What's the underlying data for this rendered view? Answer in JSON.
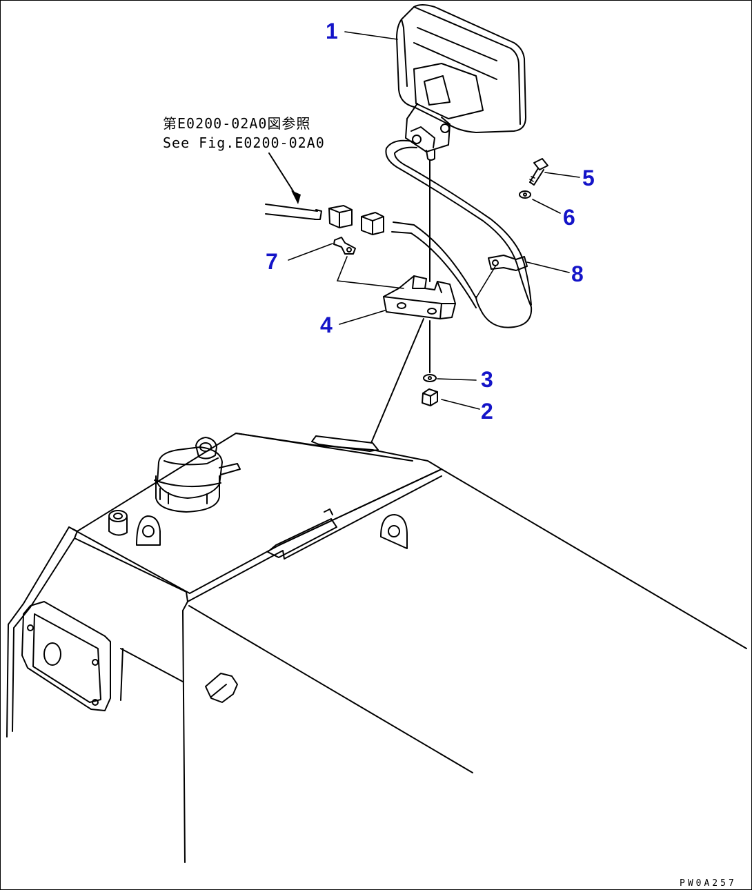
{
  "reference_note": {
    "line_jp": "第E0200-02A0図参照",
    "line_en": "See Fig.E0200-02A0"
  },
  "callouts": [
    {
      "id": "1",
      "part": "work-lamp"
    },
    {
      "id": "2",
      "part": "nut"
    },
    {
      "id": "3",
      "part": "washer"
    },
    {
      "id": "4",
      "part": "bracket"
    },
    {
      "id": "5",
      "part": "bolt"
    },
    {
      "id": "6",
      "part": "washer"
    },
    {
      "id": "7",
      "part": "clip"
    },
    {
      "id": "8",
      "part": "clamp"
    }
  ],
  "drawing_code": "PW0A257",
  "colors": {
    "callout": "#1414c8",
    "line": "#000000",
    "background": "#ffffff"
  }
}
